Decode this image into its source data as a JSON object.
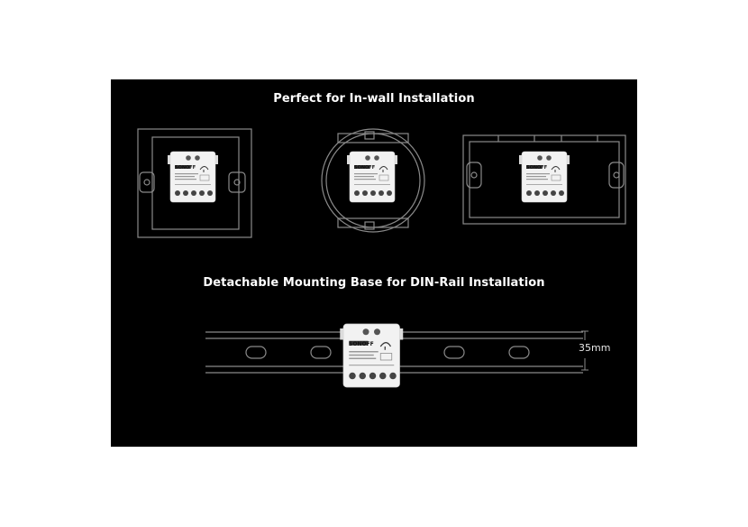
{
  "headings": {
    "in_wall": "Perfect for In-wall Installation",
    "din_rail": "Detachable Mounting Base for DIN-Rail Installation"
  },
  "dimension": {
    "rail_height": "35mm"
  },
  "module": {
    "brand": "SONOFF"
  },
  "colors": {
    "background": "#000000",
    "line_art": "#8a8a8a",
    "module_body": "#f2f2f2",
    "text": "#ffffff"
  },
  "icons": [
    "sonoff-module-icon",
    "square-wallbox-icon",
    "round-wallbox-icon",
    "rectangular-wallbox-icon",
    "din-rail-icon"
  ]
}
